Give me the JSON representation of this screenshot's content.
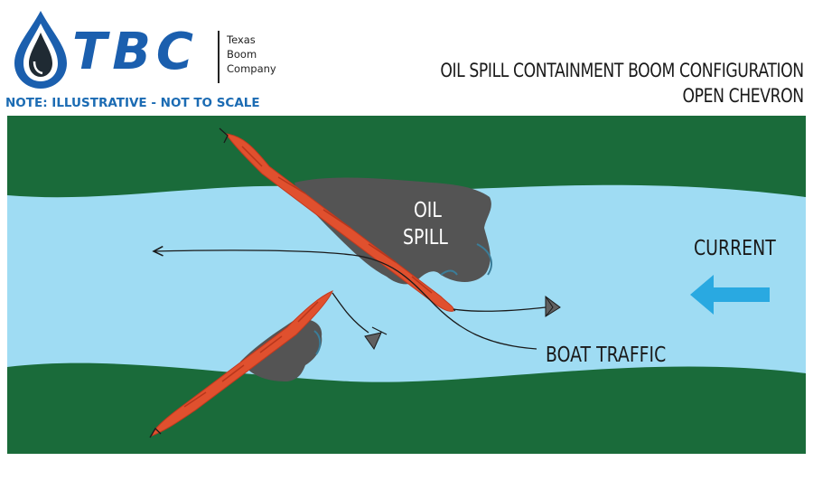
{
  "logo": {
    "brand": "TBC",
    "sub_lines": [
      "Texas",
      "Boom",
      "Company"
    ]
  },
  "note": "NOTE: ILLUSTRATIVE - NOT TO SCALE",
  "title": {
    "line1": "OIL SPILL CONTAINMENT BOOM CONFIGURATION",
    "line2": "OPEN CHEVRON"
  },
  "diagram": {
    "oil_spill_label": [
      "OIL",
      "SPILL"
    ],
    "current_label": "CURRENT",
    "boat_traffic_label": "BOAT TRAFFIC"
  },
  "colors": {
    "land": "#1a6b3a",
    "water": "#9fdcf3",
    "oil": "#545454",
    "boom": "#e0502e",
    "arrow": "#29a9e1",
    "logo_blue": "#1b5fae",
    "note_blue": "#1b6bb3"
  },
  "icons": [
    "water-drop-icon",
    "current-arrow-icon",
    "anchor-icon"
  ]
}
